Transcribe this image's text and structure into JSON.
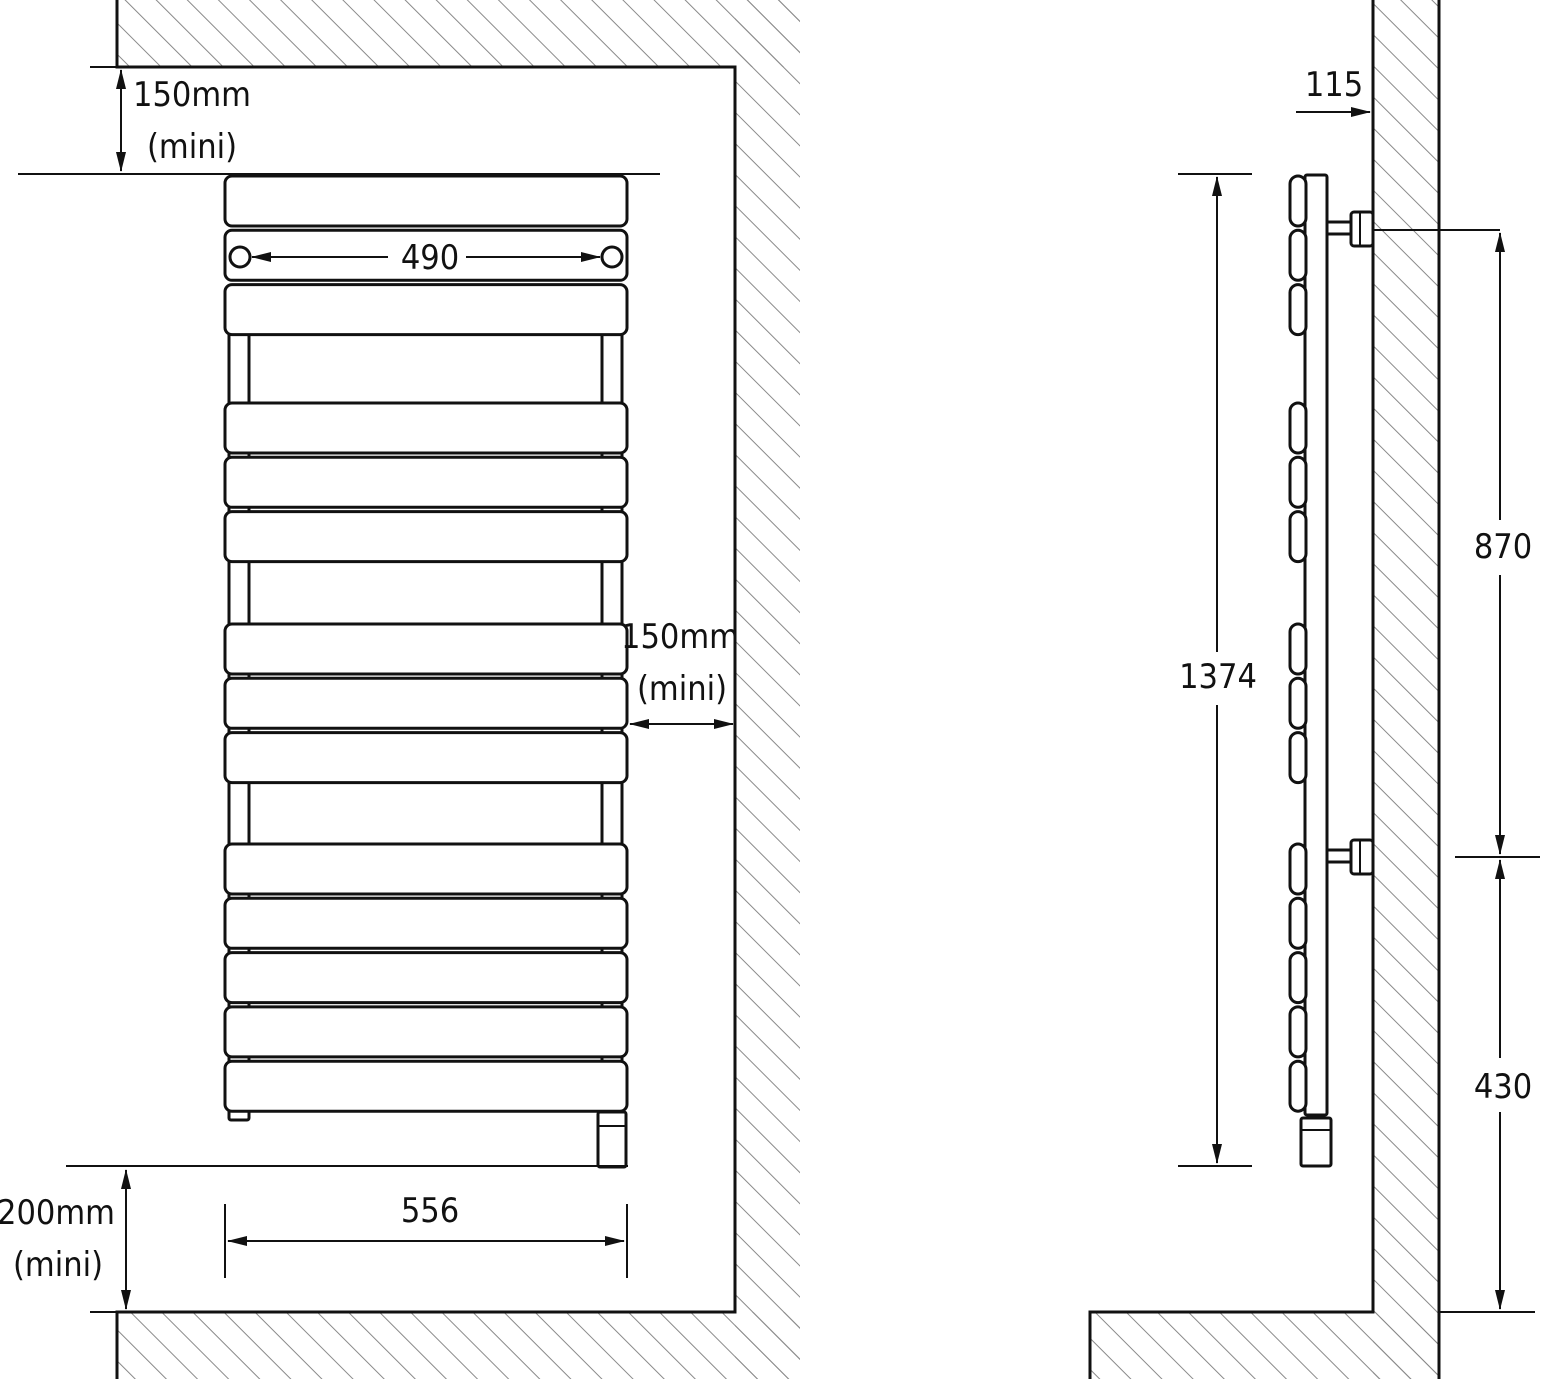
{
  "front_view": {
    "top_clearance": {
      "value": "150mm",
      "note": "(mini)"
    },
    "side_clearance": {
      "value": "150mm",
      "note": "(mini)"
    },
    "floor_clearance": {
      "value": "200mm",
      "note": "(mini)"
    },
    "bracket_spacing": "490",
    "overall_width": "556",
    "bar_groups": [
      3,
      3,
      3,
      5
    ]
  },
  "side_view": {
    "wall_projection": "115",
    "overall_height": "1374",
    "bracket_centres": "870",
    "lower_bracket_height": "430"
  },
  "colors": {
    "line": "#111111",
    "hatch": "#888888",
    "background": "#ffffff"
  }
}
